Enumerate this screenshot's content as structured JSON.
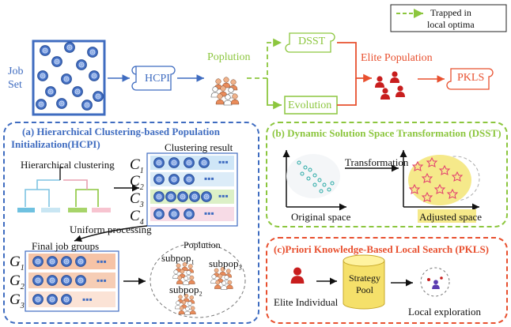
{
  "legend": {
    "label_line1": "Trapped in",
    "label_line2": "local optima"
  },
  "top_flow": {
    "job_set_line1": "Job",
    "job_set_line2": "Set",
    "hcpi": "HCPI",
    "population": "Poplution",
    "dsst": "DSST",
    "evolution": "Evolution",
    "elite_population": "Elite Population",
    "pkls": "PKLS"
  },
  "panel_a": {
    "title_line1": "(a) Hierarchical Clustering-based Population",
    "title_line2": "Initialization(HCPI)",
    "hier_label": "Hierarchical clustering",
    "clustering_result": "Clustering result",
    "uniform_processing": "Uniform processing",
    "final_groups": "Final job groups",
    "population": "Poplution",
    "clusters": [
      "C",
      "C",
      "C",
      "C"
    ],
    "cluster_subs": [
      "1",
      "2",
      "3",
      "4"
    ],
    "groups": [
      "G",
      "G",
      "G"
    ],
    "group_subs": [
      "1",
      "2",
      "3"
    ],
    "subpops": [
      {
        "base": "subpop",
        "sub": "1"
      },
      {
        "base": "subpop",
        "sub": "3"
      },
      {
        "base": "subpop",
        "sub": "2"
      }
    ],
    "ellipsis": "▪▪▪"
  },
  "panel_b": {
    "title": "(b) Dynamic Solution Space Transformation (DSST)",
    "transformation": "Transformation",
    "original_space": "Original space",
    "adjusted_space": "Adjusted space"
  },
  "panel_c": {
    "title": "(c)Priori Knowledge-Based Local Search (PKLS)",
    "elite_individual": "Elite Individual",
    "strategy_line1": "Strategy",
    "strategy_line2": "Pool",
    "local_exploration": "Local exploration"
  },
  "colors": {
    "blue": "#3f6cc0",
    "green": "#8cc63e",
    "red": "#e8502f",
    "yellow": "#f5e98a"
  }
}
